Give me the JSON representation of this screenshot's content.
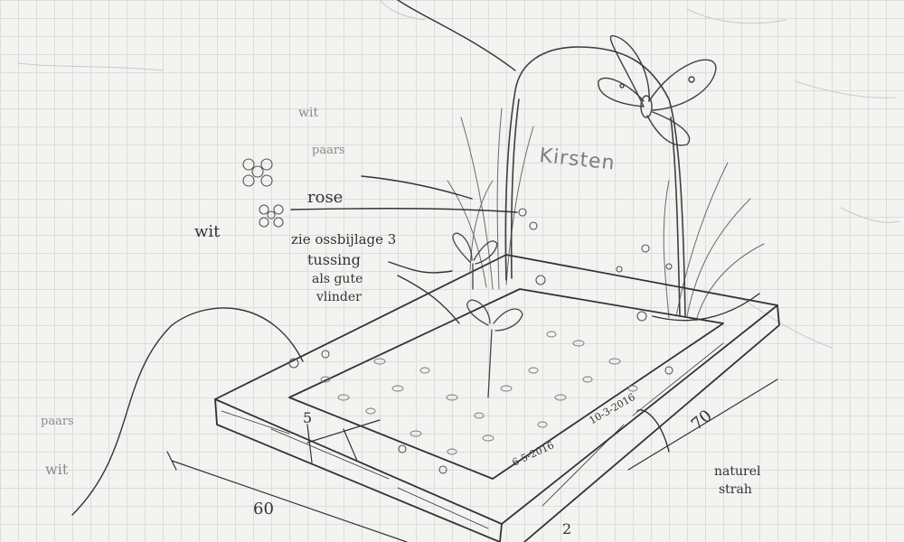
{
  "labels": {
    "name": "Kirsten",
    "paars_top": "paars",
    "wit_top": "wit",
    "rose": "rose",
    "wit_left": "wit",
    "note_line1": "zie ossbijlage 3",
    "note_line2": "tussing",
    "note_line3": "als gute",
    "note_line4": "vlinder",
    "paars_left": "paars",
    "wit_bottom_left": "wit",
    "dim_height": "5",
    "dim_width": "60",
    "dim_depth": "70",
    "dim_bottom": "2",
    "date_front": "6-5-2016",
    "date_side": "10-3-2016",
    "material_line1": "naturel",
    "material_line2": "strah"
  }
}
